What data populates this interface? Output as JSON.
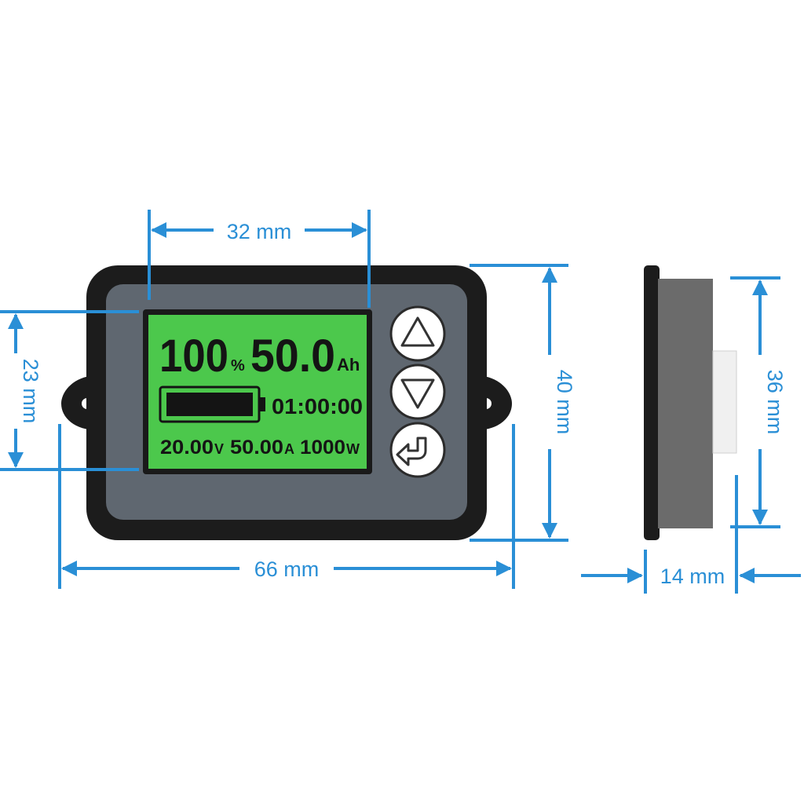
{
  "colors": {
    "dimension": "#2a8fd6",
    "body": "#1c1c1c",
    "bezel": "#5f6770",
    "lcd": "#4cc84c",
    "lcd_text": "#141414",
    "button": "#ffffff",
    "side_body": "#6b6b6b"
  },
  "display": {
    "percent_value": "100",
    "percent_unit": "%",
    "capacity_value": "50.0",
    "capacity_unit": "Ah",
    "time": "01:00:00",
    "voltage_value": "20.00",
    "voltage_unit": "V",
    "current_value": "50.00",
    "current_unit": "A",
    "power_value": "1000",
    "power_unit": "W"
  },
  "buttons": [
    {
      "icon": "up-triangle-icon"
    },
    {
      "icon": "down-triangle-icon"
    },
    {
      "icon": "enter-arrow-icon"
    }
  ],
  "dimensions": {
    "screen_width": "32 mm",
    "screen_height": "23 mm",
    "body_height": "40 mm",
    "body_width": "66 mm",
    "side_height": "36 mm",
    "side_depth": "14 mm"
  }
}
